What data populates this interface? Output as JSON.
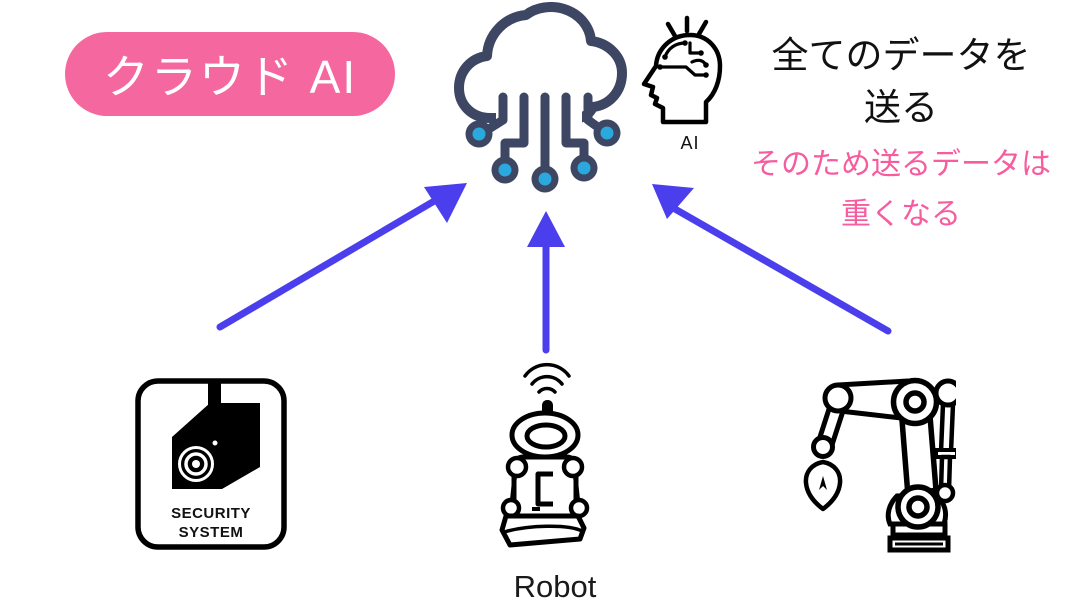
{
  "badge": {
    "label": "クラウド AI"
  },
  "cloud_icon": {
    "name": "cloud-circuit-icon"
  },
  "ai_head": {
    "icon": "ai-brain-head-icon",
    "label": "AI"
  },
  "annotation": {
    "main_line1": "全てのデータを",
    "main_line2": "送る",
    "sub_line1": "そのため送るデータは",
    "sub_line2": "重くなる"
  },
  "devices": {
    "security": {
      "label_line1": "SECURITY",
      "label_line2": "SYSTEM"
    },
    "robot": {
      "label": "Robot"
    },
    "robot_arm": {
      "label": ""
    }
  },
  "arrows": {
    "count": 3,
    "direction": "devices-to-cloud"
  },
  "colors": {
    "badge_pink": "#F4679F",
    "note_pink": "#F75C9E",
    "arrow_blue": "#4B3EEC",
    "cloud_navy": "#3D4663",
    "dot_cyan": "#2BA9DE"
  }
}
